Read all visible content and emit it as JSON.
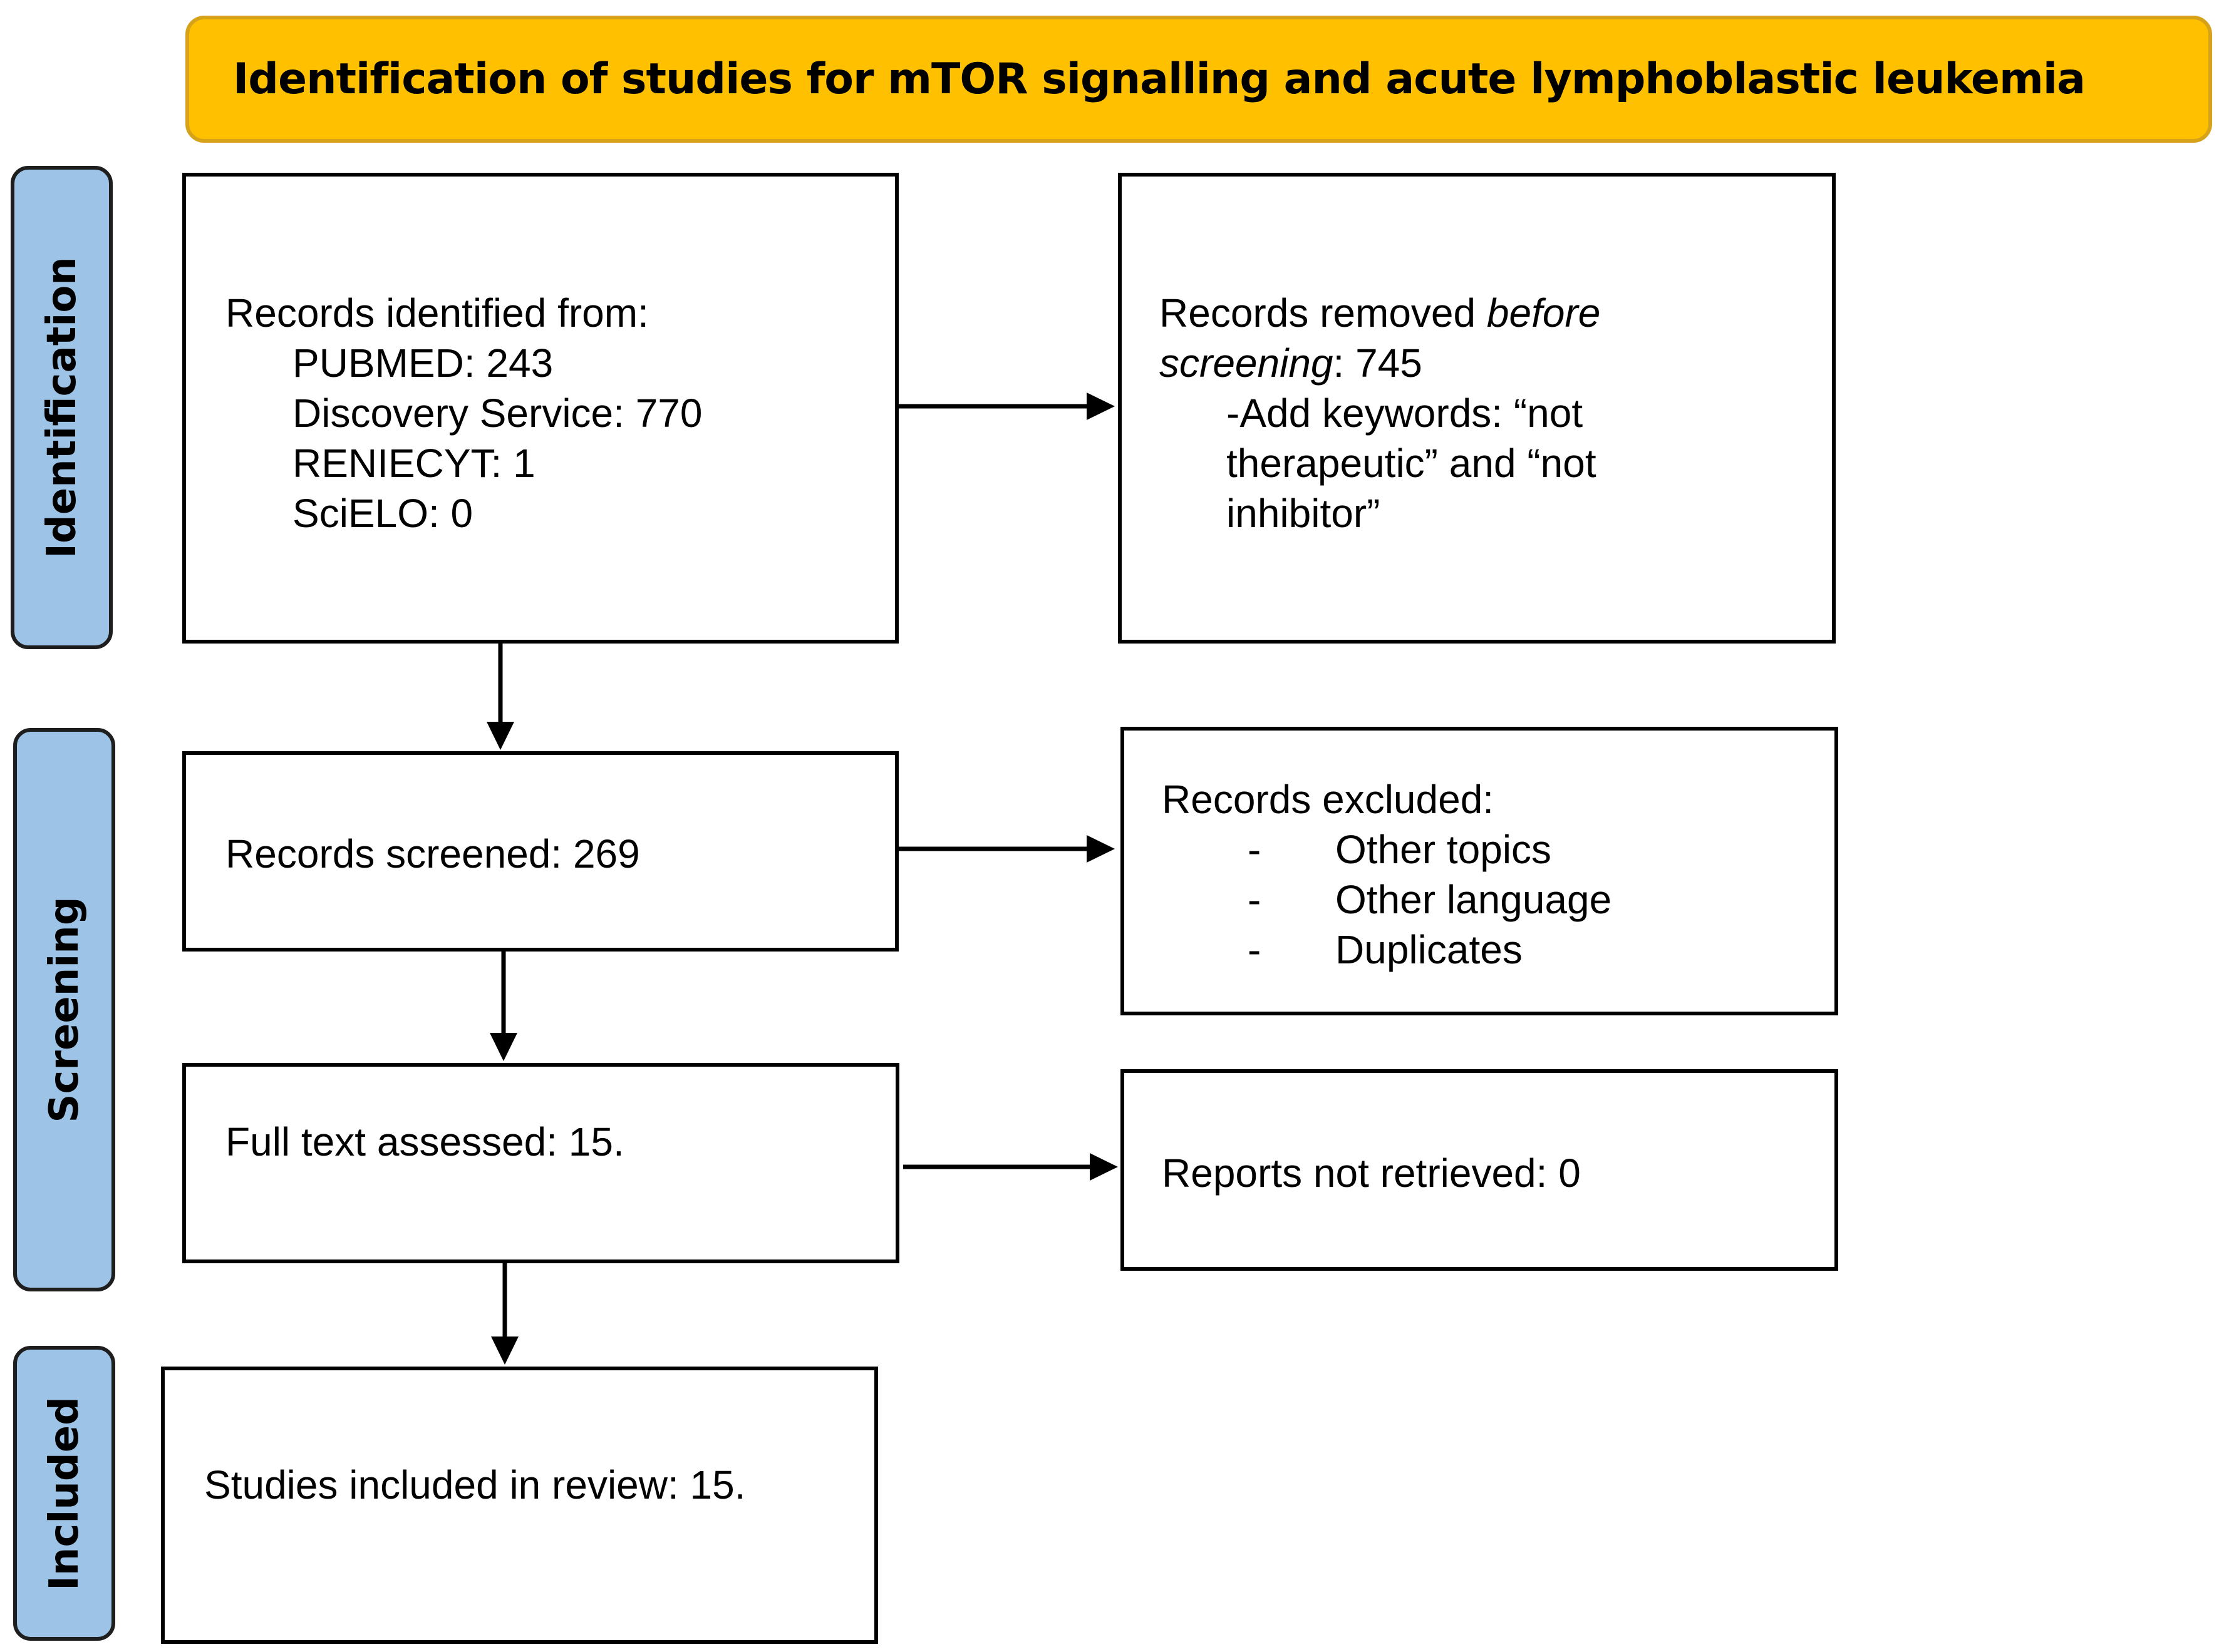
{
  "title": "Identification of studies for mTOR signalling and acute lymphoblastic leukemia",
  "phases": {
    "identification": "Identification",
    "screening": "Screening",
    "included": "Included"
  },
  "identified": {
    "heading": "Records identified from:",
    "sources": [
      "PUBMED: 243",
      "Discovery Service: 770",
      "RENIECYT: 1",
      "SciELO: 0"
    ]
  },
  "removed": {
    "prefix": "Records removed ",
    "prefix_italic": "before",
    "line2_italic": "screening",
    "line2_rest": ": 745",
    "notes": [
      "-Add keywords: “not",
      "therapeutic” and “not",
      "inhibitor”"
    ]
  },
  "screened": "Records screened: 269",
  "excluded": {
    "heading": "Records excluded:",
    "bullet": "-",
    "items": [
      "Other topics",
      "Other language",
      "Duplicates"
    ]
  },
  "full_text": "Full text assessed: 15.",
  "not_retrieved": "Reports not retrieved: 0",
  "included_studies": "Studies included in review: 15.",
  "colors": {
    "header_fill": "#ffc000",
    "phase_fill": "#9dc3e6",
    "line": "#000000"
  }
}
